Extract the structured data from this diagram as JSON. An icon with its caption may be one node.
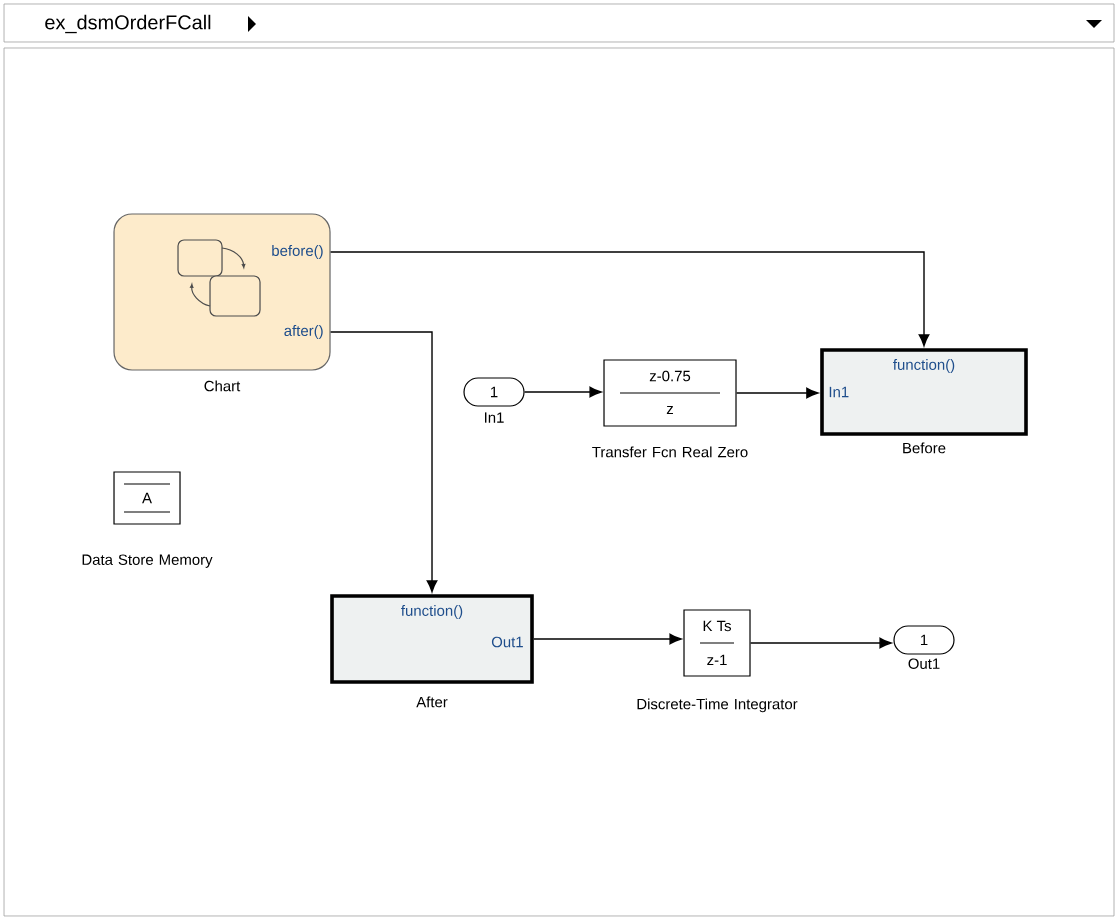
{
  "diagram": {
    "nodes": [
      {
        "text": [
          "before()",
          "after()"
        ],
        "beside": [
          "Chart"
        ]
      },
      {
        "text": [
          "A"
        ],
        "beside": [
          "Data Store Memory"
        ]
      },
      {
        "text": [
          "1"
        ],
        "beside": [
          "In1"
        ]
      },
      {
        "text": [
          "z-0.75",
          "z"
        ],
        "beside": [
          "Transfer Fcn Real Zero"
        ]
      },
      {
        "text": [
          "function()",
          "In1"
        ],
        "beside": [
          "Before"
        ]
      },
      {
        "text": [
          "function()",
          "Out1"
        ],
        "beside": [
          "After"
        ]
      },
      {
        "text": [
          "K Ts",
          "z-1"
        ],
        "beside": [
          "Discrete-Time Integrator"
        ]
      },
      {
        "text": [
          "1"
        ],
        "beside": [
          "Out1"
        ]
      }
    ],
    "edges": [
      {
        "from": 0,
        "to": 4,
        "arrow": "to"
      },
      {
        "from": 0,
        "to": 5,
        "arrow": "to"
      },
      {
        "from": 2,
        "to": 3,
        "arrow": "to"
      },
      {
        "from": 3,
        "to": 4,
        "arrow": "to"
      },
      {
        "from": 5,
        "to": 6,
        "arrow": "to"
      },
      {
        "from": 6,
        "to": 7,
        "arrow": "to"
      }
    ],
    "labels": [
      "ex_dsmOrderFCall"
    ]
  }
}
